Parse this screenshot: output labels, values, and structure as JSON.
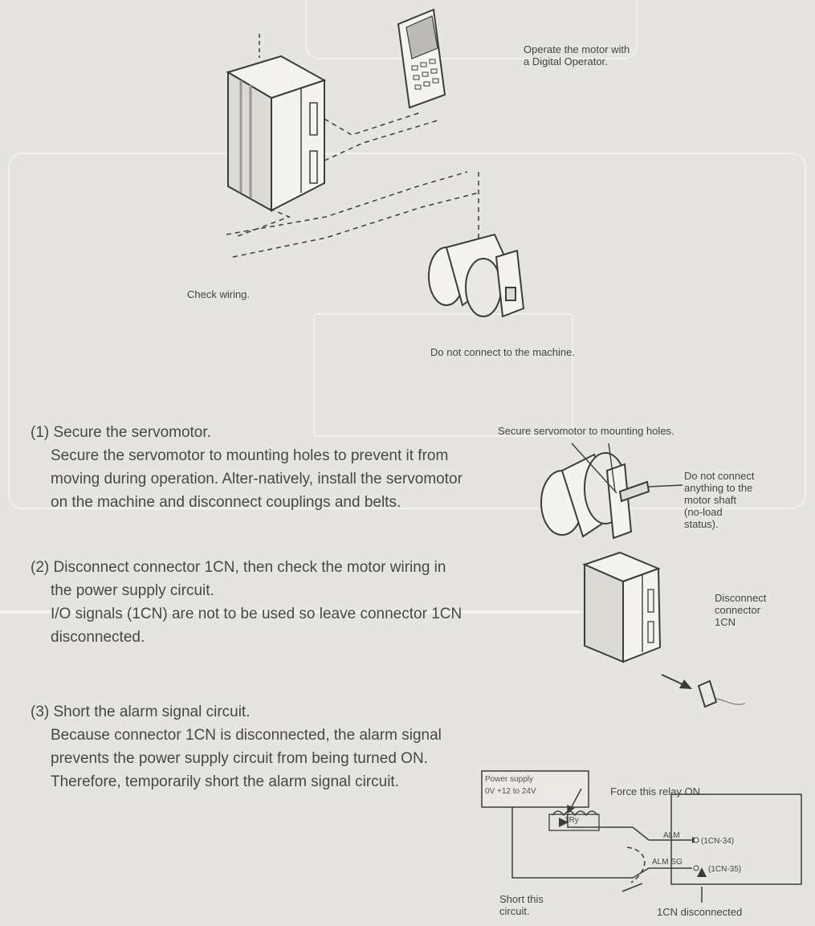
{
  "top_diagram": {
    "operator_label_line1": "Operate the motor with",
    "operator_label_line2": "a Digital Operator.",
    "check_wiring_label": "Check wiring.",
    "no_machine_label": "Do not connect to the machine."
  },
  "steps": [
    {
      "heading": "(1) Secure the servomotor.",
      "body": "Secure the servomotor to mounting holes to prevent it from moving during operation. Alter-natively, install the servomotor on the machine and disconnect couplings and belts."
    },
    {
      "heading": "(2) Disconnect connector 1CN, then check the motor wiring in the power supply circuit.",
      "body": "I/O signals (1CN) are not to be used so leave connector 1CN disconnected."
    },
    {
      "heading": "(3) Short the alarm signal circuit.",
      "body": "Because connector 1CN is disconnected, the alarm signal prevents the power supply circuit from being turned ON. Therefore, temporarily short the alarm signal circuit."
    }
  ],
  "figure1": {
    "mount_label": "Secure servomotor to mounting holes.",
    "shaft_label_lines": [
      "Do not connect",
      "anything to the",
      "motor shaft",
      "(no-load",
      "status)."
    ]
  },
  "figure2": {
    "disconnect_label_lines": [
      "Disconnect",
      "connector",
      "1CN"
    ]
  },
  "figure3": {
    "power_supply_line1": "Power supply",
    "power_supply_line2": "0V  +12 to 24V",
    "force_relay_label": "Force this relay ON.",
    "relay_label": "1Ry",
    "alm_label": "ALM",
    "alm_sg_label": "ALM SG",
    "pin_34_label": "(1CN-34)",
    "pin_35_label": "(1CN-35)",
    "short_circuit_line1": "Short this",
    "short_circuit_line2": "circuit.",
    "disconnected_label": "1CN disconnected"
  },
  "colors": {
    "background": "#e6e4e0",
    "text": "#474747",
    "line": "#3c3c3c"
  }
}
